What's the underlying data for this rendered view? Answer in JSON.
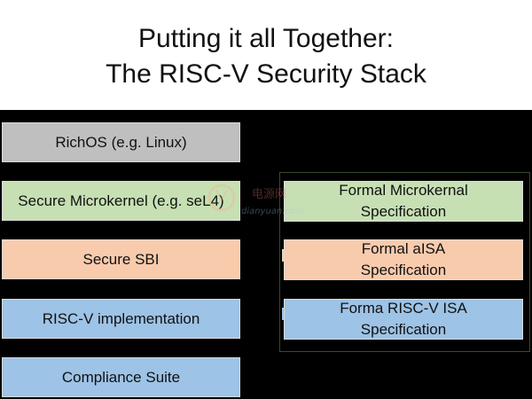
{
  "slide": {
    "title_line1": "Putting it all Together:",
    "title_line2": "The RISC-V Security Stack"
  },
  "stack": [
    {
      "label": "RichOS (e.g. Linux)",
      "color": "#bfbfbf"
    },
    {
      "label": "Secure Microkernel (e.g. seL4)",
      "color": "#c6e0b4"
    },
    {
      "label": "Secure SBI",
      "color": "#f8cbad"
    },
    {
      "label": "RISC-V implementation",
      "color": "#9dc3e6"
    },
    {
      "label": "Compliance Suite",
      "color": "#9dc3e6"
    }
  ],
  "specs": [
    {
      "line1": "Formal Microkernal",
      "line2": "Specification",
      "color": "#c6e0b4"
    },
    {
      "line1": "Formal aISA",
      "line2": "Specification",
      "color": "#f8cbad"
    },
    {
      "line1": "Forma RISC-V ISA",
      "line2": "Specification",
      "color": "#9dc3e6"
    }
  ],
  "watermark": {
    "brand": "电源网",
    "domain": "dianyuan.com"
  }
}
